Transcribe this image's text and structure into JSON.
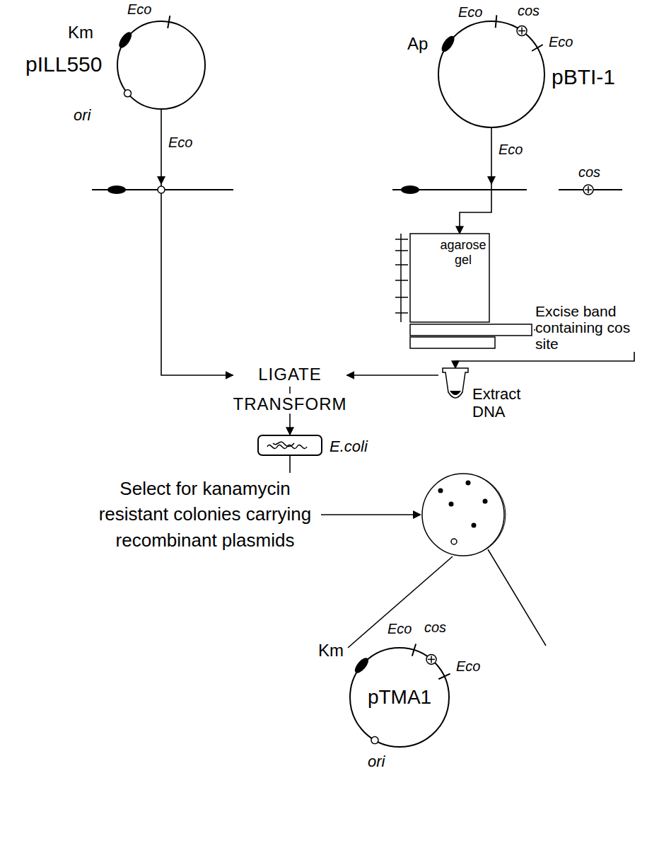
{
  "diagram": {
    "nodes": [
      {
        "text": [
          "pILL550",
          "Km",
          "Eco",
          "ori"
        ]
      },
      {
        "text": [
          "pBTI-1",
          "Ap",
          "Eco",
          "cos",
          "Eco"
        ]
      },
      {
        "text": [
          "agarose gel"
        ]
      },
      {
        "text": [
          "Extract DNA"
        ]
      },
      {
        "text": [
          "LIGATE",
          "TRANSFORM"
        ]
      },
      {
        "text": [
          "E.coli"
        ]
      },
      {
        "text": [
          "Select for kanamycin resistant colonies carrying recombinant plasmids"
        ]
      },
      {
        "text": [
          "pTMA1",
          "Km",
          "Eco",
          "cos",
          "Eco",
          "ori"
        ]
      }
    ],
    "edges": [
      {
        "from": 0,
        "to": 4,
        "arrow": "to",
        "label": "Eco"
      },
      {
        "from": 1,
        "to": 2,
        "arrow": "to",
        "label": "Eco"
      },
      {
        "from": 2,
        "to": 3,
        "arrow": "to",
        "label": "Excise band containing cos site"
      },
      {
        "from": 3,
        "to": 4,
        "arrow": "to"
      },
      {
        "from": 4,
        "to": 5,
        "arrow": "to"
      },
      {
        "from": 5,
        "to": 6,
        "arrow": "none"
      },
      {
        "from": 6,
        "to": 7,
        "arrow": "none"
      }
    ],
    "labels": [
      "cos"
    ]
  }
}
